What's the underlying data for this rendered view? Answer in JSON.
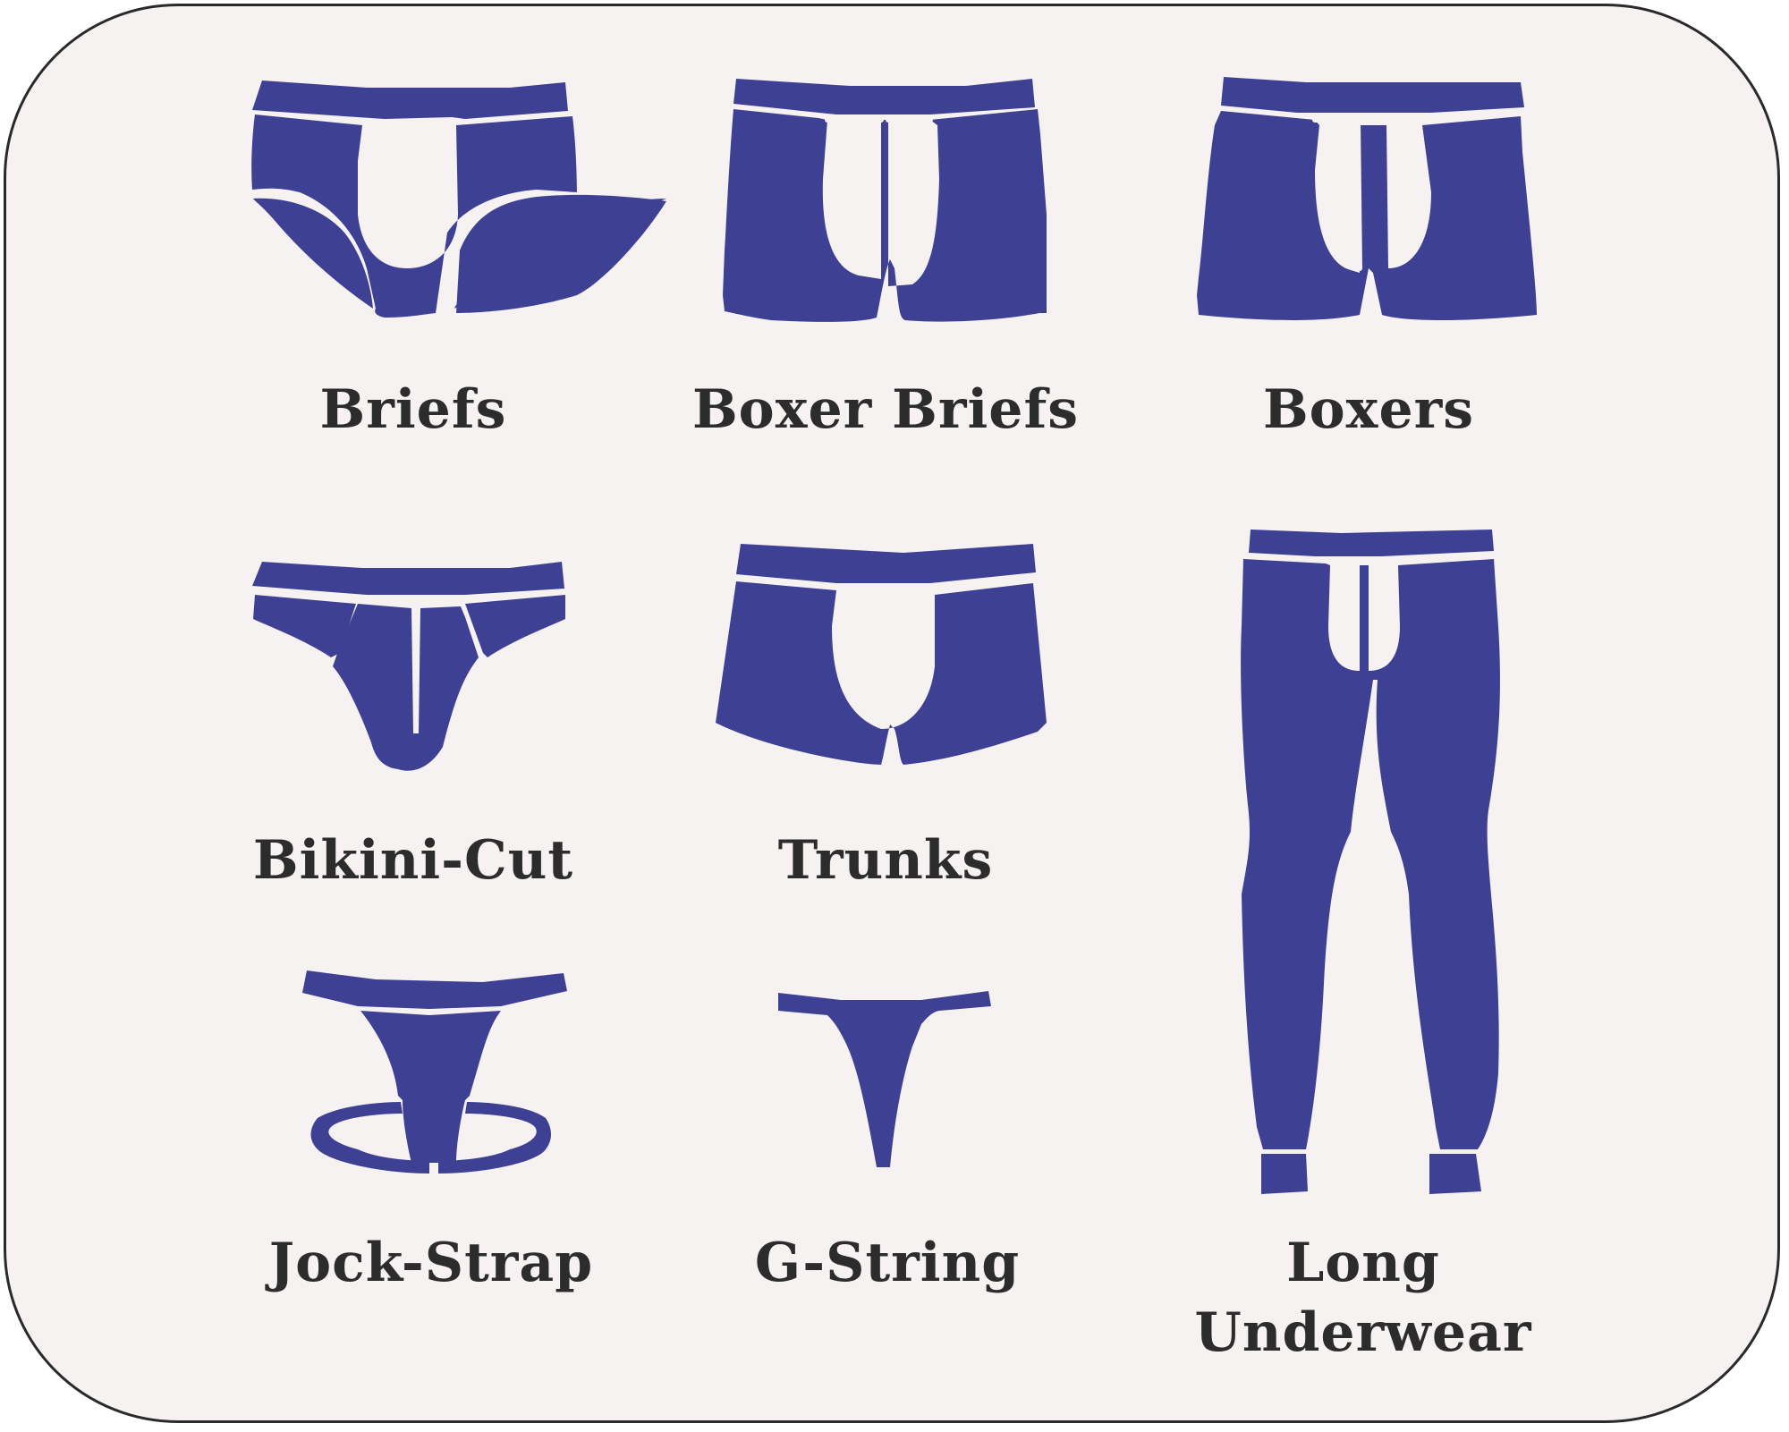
{
  "labels": {
    "briefs": "Briefs",
    "boxer_briefs": "Boxer Briefs",
    "boxers": "Boxers",
    "bikini_cut": "Bikini-Cut",
    "trunks": "Trunks",
    "jock_strap": "Jock-Strap",
    "g_string": "G-String",
    "long_underwear_line1": "Long",
    "long_underwear_line2": "Underwear"
  },
  "colors": {
    "garment": "#3e4094",
    "background": "#f6f2f1",
    "text": "#2c2c2c",
    "border": "#2a2a2a"
  }
}
